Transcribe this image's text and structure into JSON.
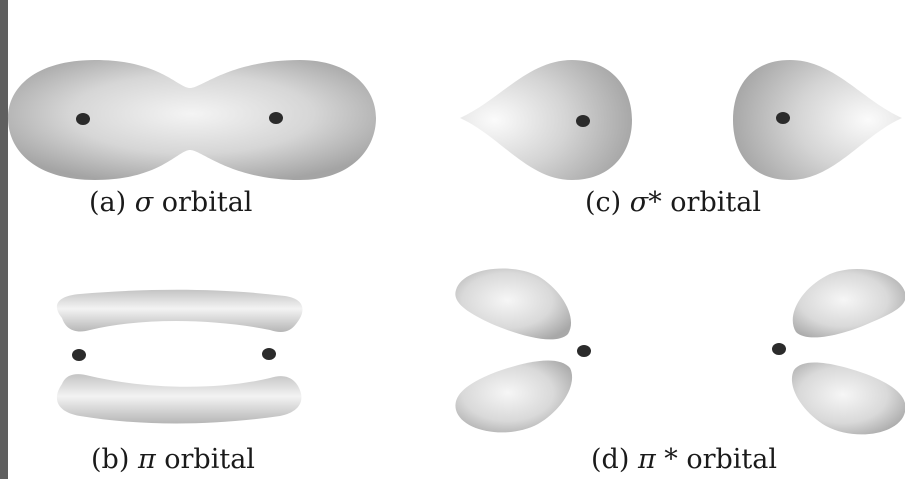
{
  "panels": {
    "a": {
      "prefix": "(a) ",
      "symbol": "σ",
      "suffix": " orbital"
    },
    "b": {
      "prefix": "(b) ",
      "symbol": "π",
      "suffix": " orbital"
    },
    "c": {
      "prefix": "(c) ",
      "symbol": "σ",
      "suffix": "* orbital"
    },
    "d": {
      "prefix": "(d) ",
      "symbol": "π",
      "suffix": " * orbital"
    }
  },
  "colors": {
    "background": "#ffffff",
    "lobe_light": "#f3f3f3",
    "lobe_dark": "#a9a9a9",
    "nucleus": "#2b2b2b",
    "left_strip": "#5f5f5f"
  }
}
